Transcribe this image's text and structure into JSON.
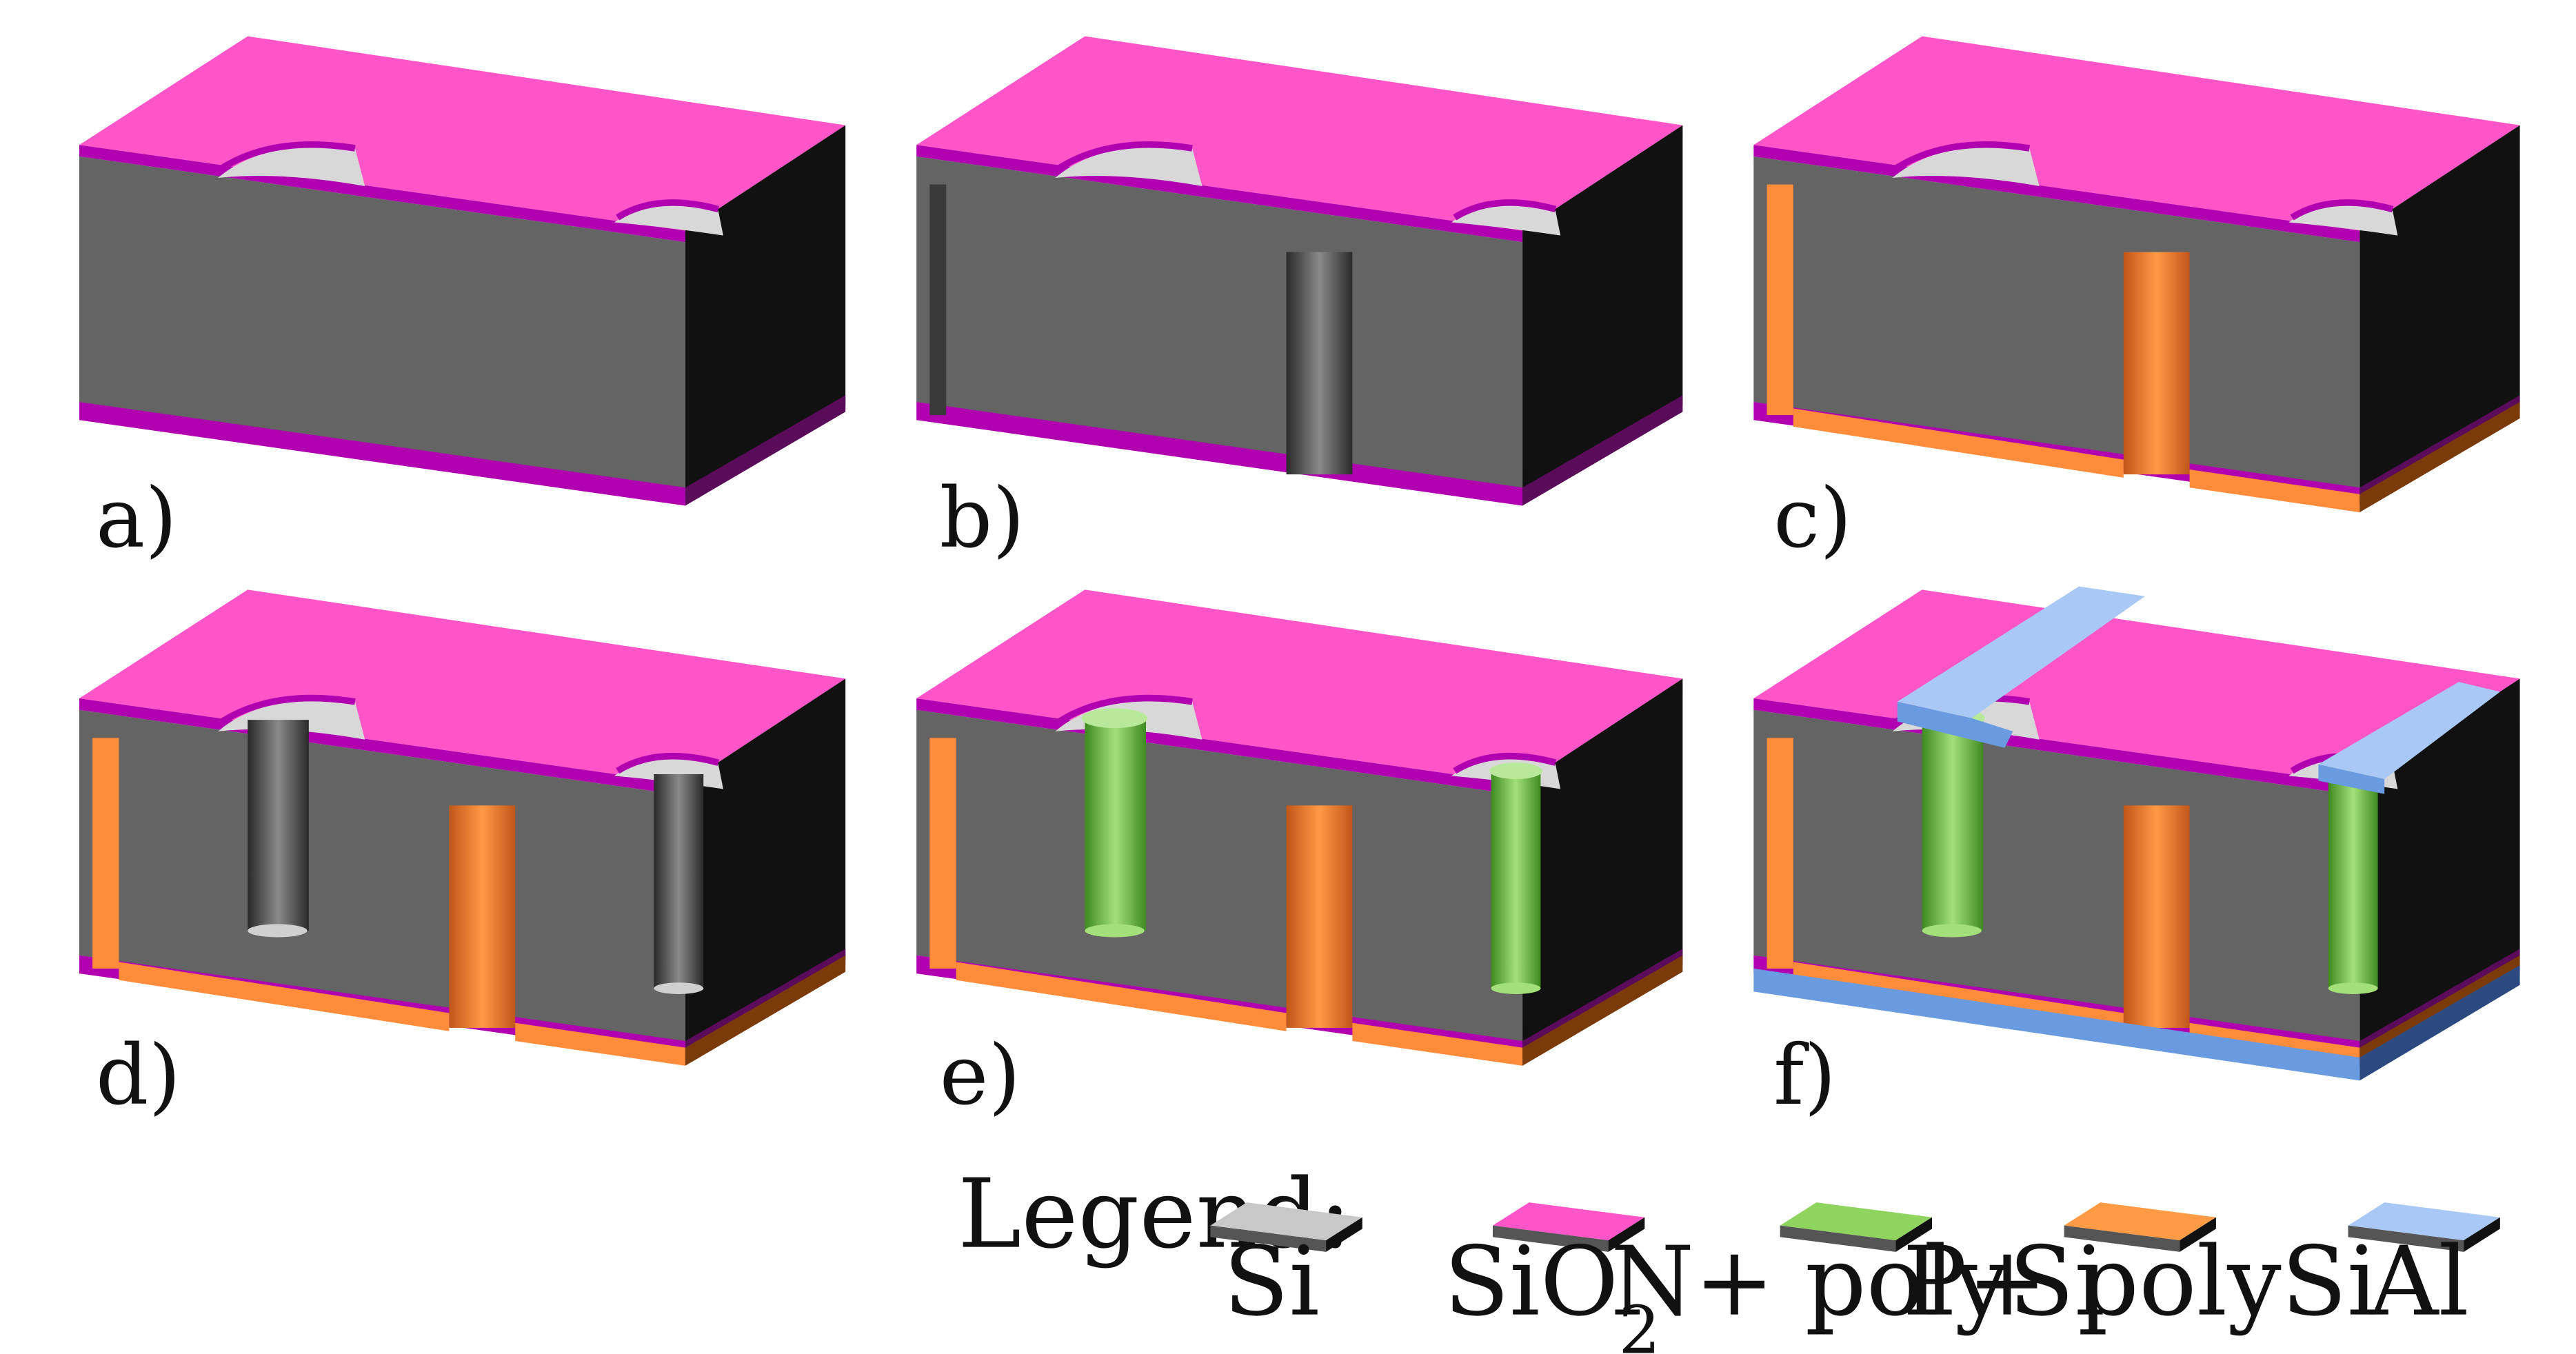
{
  "panels": [
    {
      "id": "a",
      "label": "a)"
    },
    {
      "id": "b",
      "label": "b)"
    },
    {
      "id": "c",
      "label": "c)"
    },
    {
      "id": "d",
      "label": "d)"
    },
    {
      "id": "e",
      "label": "e)"
    },
    {
      "id": "f",
      "label": "f)"
    }
  ],
  "legend": {
    "title": "Legend:",
    "items": [
      {
        "base": "Si",
        "sub": "",
        "color": "#c8c8c8"
      },
      {
        "base": "SiO",
        "sub": "2",
        "color": "#ff55c8"
      },
      {
        "base": "N+ polySi",
        "sub": "",
        "color": "#8fd45f"
      },
      {
        "base": "P+ polySi",
        "sub": "",
        "color": "#ff9a45"
      },
      {
        "base": "Al",
        "sub": "",
        "color": "#a9c8f5"
      }
    ]
  },
  "colors": {
    "si_front": "#646464",
    "si_side": "#111111",
    "sio2_top": "#ff55c8",
    "sio2_edge": "#b000b0",
    "n_poly": "#7cc44a",
    "p_poly": "#ff8c3a",
    "al": "#a9c8f5",
    "al_edge": "#6a9be0"
  }
}
